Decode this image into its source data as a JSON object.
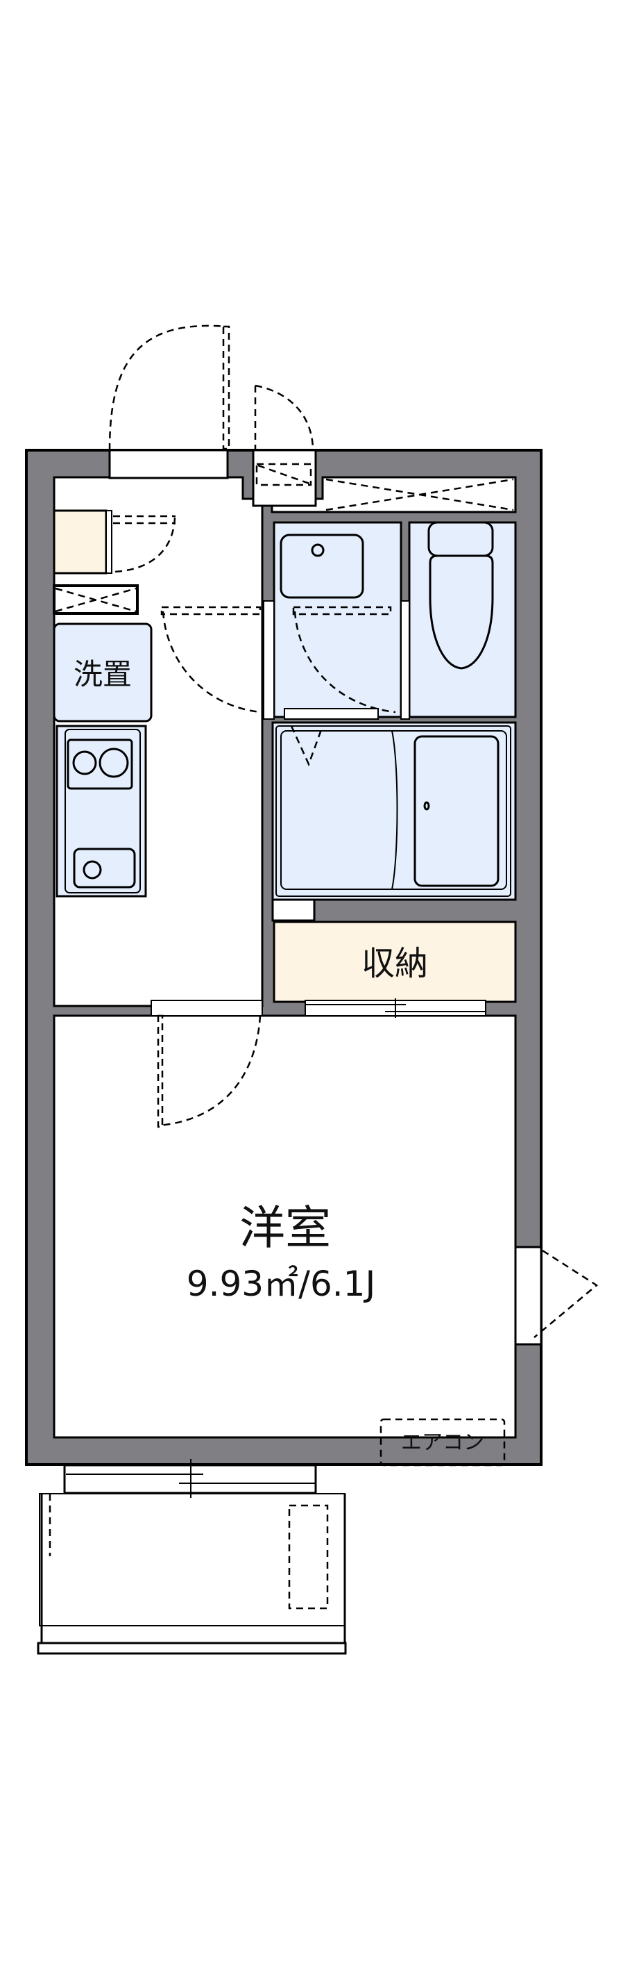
{
  "floorplan": {
    "colors": {
      "wall": "#808084",
      "wet_area": "#e4eefc",
      "storage": "#fdf4e3",
      "background": "#ffffff",
      "line": "#000000"
    },
    "rooms": {
      "western_room": {
        "label": "洋室",
        "area": "9.93㎡/6.1J"
      },
      "storage": {
        "label": "収納"
      },
      "washer_space": {
        "label": "洗置"
      },
      "air_conditioner": {
        "label": "エアコン"
      }
    }
  }
}
